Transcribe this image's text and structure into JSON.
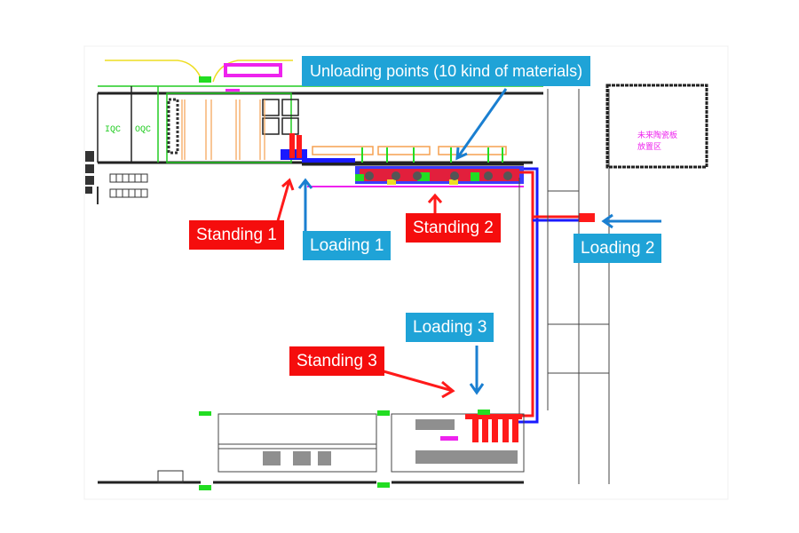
{
  "diagram": {
    "title": "Factory floor layout with material loading routes",
    "colors": {
      "loading_callout": "#1fa3d7",
      "standing_callout": "#f50d0d",
      "blue_route": "#1a1aff",
      "red_route": "#ff1a1a",
      "wall": "#222222",
      "green_marker": "#22dd22",
      "magenta_marker": "#ee22ee",
      "orange_rack": "#f5a050",
      "yellow_marker": "#eedd22"
    },
    "callouts": {
      "unloading": "Unloading points (10 kind of materials)",
      "standing_1": "Standing 1",
      "loading_1": "Loading 1",
      "standing_2": "Standing 2",
      "loading_2": "Loading 2",
      "loading_3": "Loading 3",
      "standing_3": "Standing 3"
    },
    "room_labels": {
      "iqc": "IQC",
      "oqc": "OQC",
      "storage_area_line1": "未来陶瓷板",
      "storage_area_line2": "放置区"
    }
  }
}
